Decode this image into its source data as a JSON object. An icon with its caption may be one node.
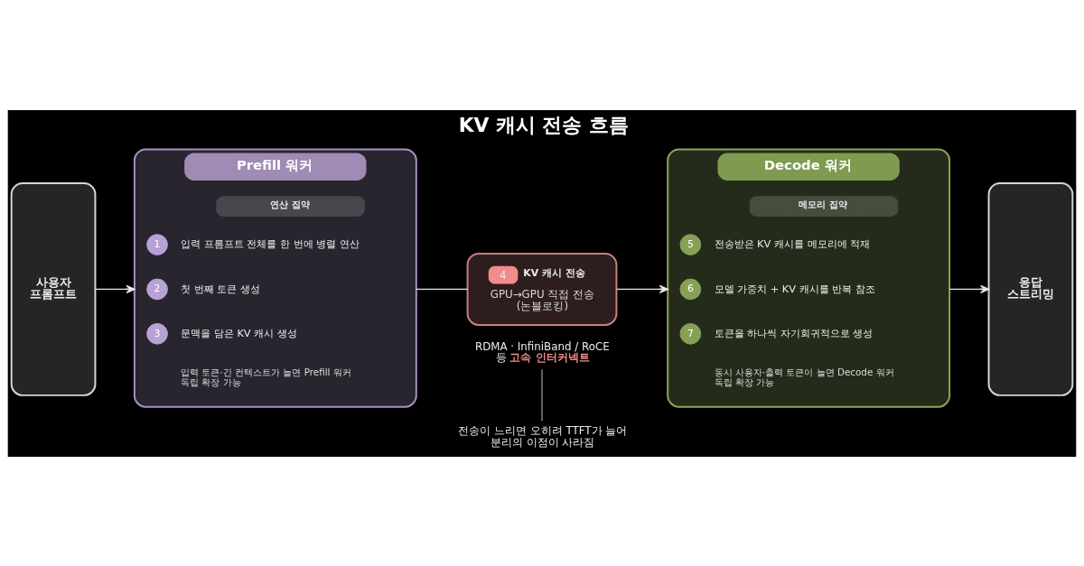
{
  "diagram": {
    "title": "KV 캐시 전송 흐름",
    "nodes": [
      {
        "text": [
          "사용자 프롬프트"
        ]
      },
      {
        "text": [
          "Prefill 워커"
        ]
      },
      {
        "text": [
          "연산 집약"
        ],
        "in": 1
      },
      {
        "text": [
          "1"
        ],
        "in": 1,
        "beside": [
          "입력 프롬프트 전체를 한 번에 병렬 연산"
        ]
      },
      {
        "text": [
          "2"
        ],
        "in": 1,
        "beside": [
          "첫 번째 토큰 생성"
        ]
      },
      {
        "text": [
          "3"
        ],
        "in": 1,
        "beside": [
          "문맥을 담은 KV 캐시 생성"
        ]
      },
      {
        "text": [
          "4",
          "KV 캐시 전송",
          "GPU→GPU 직접 전송 (논블로킹)"
        ]
      },
      {
        "text": [
          "RDMA · InfiniBand / RoCE 등 **고속 인터커넥트**"
        ]
      },
      {
        "text": [
          "전송이 느리면 오히려 TTFT가 늘어 분리의 이점이 사라짐"
        ]
      },
      {
        "text": [
          "Decode 워커"
        ]
      },
      {
        "text": [
          "메모리 집약"
        ],
        "in": 9
      },
      {
        "text": [
          "5"
        ],
        "in": 9,
        "beside": [
          "전송받은 KV 캐시를 메모리에 적재"
        ]
      },
      {
        "text": [
          "6"
        ],
        "in": 9,
        "beside": [
          "모델 가중치 + KV 캐시를 반복 참조"
        ]
      },
      {
        "text": [
          "7"
        ],
        "in": 9,
        "beside": [
          "토큰을 하나씩 자기회귀적으로 생성"
        ]
      },
      {
        "text": [
          "응답 스트리밍"
        ]
      }
    ],
    "edges": [
      {
        "from": 0,
        "to": 1,
        "arrow": "to"
      },
      {
        "from": 1,
        "to": 6,
        "arrow": "none"
      },
      {
        "from": 6,
        "to": 9,
        "arrow": "to"
      },
      {
        "from": 9,
        "to": 14,
        "arrow": "to"
      },
      {
        "from": 7,
        "to": 8,
        "arrow": "none",
        "color": "#8c8c8c"
      }
    ],
    "labels": [
      "입력 토큰·긴 컨텍스트가 늘면 Prefill 워커 독립 확장 가능",
      "동시 사용자·출력 토큰이 늘면 Decode 워커 독립 확장 가능"
    ]
  }
}
